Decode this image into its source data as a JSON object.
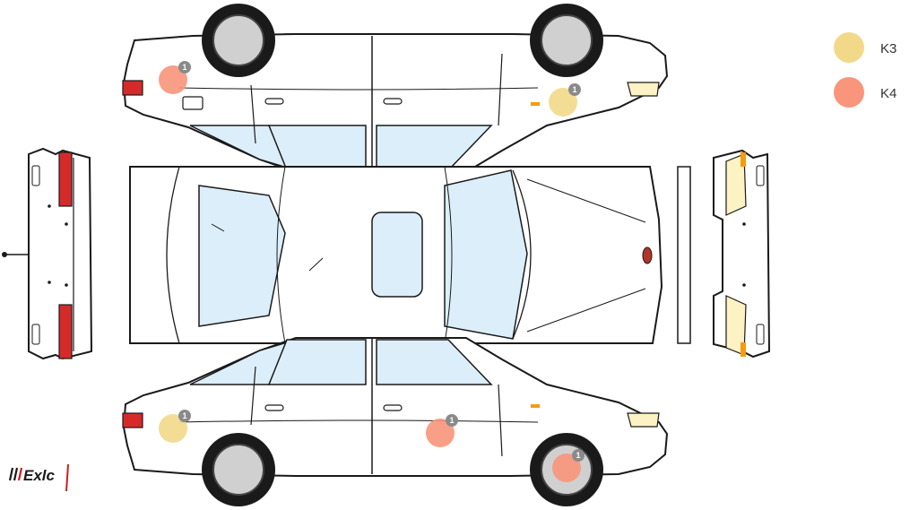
{
  "legend": {
    "items": [
      {
        "label": "K3",
        "color": "#f2d98a"
      },
      {
        "label": "K4",
        "color": "#f8957a"
      }
    ]
  },
  "markers": [
    {
      "view": "driver-side",
      "spot": "rear-quarter",
      "category": "K4",
      "count": "1"
    },
    {
      "view": "driver-side",
      "spot": "front-fender",
      "category": "K3",
      "count": "1"
    },
    {
      "view": "passenger-side",
      "spot": "rear-quarter",
      "category": "K3",
      "count": "1"
    },
    {
      "view": "passenger-side",
      "spot": "front-door",
      "category": "K4",
      "count": "1"
    },
    {
      "view": "passenger-side",
      "spot": "front-wheel",
      "category": "K4",
      "count": "1"
    }
  ],
  "badge_color": "#8a8a8a",
  "logo": {
    "text": "Exlc",
    "accent": "#cc1f1f"
  },
  "car_colors": {
    "body": "#ffffff",
    "outline": "#1a1a1a",
    "glass": "#dceefa",
    "trim": "#555555",
    "tail_light": "#d62a2a",
    "indicator": "#f39c12",
    "headlight": "#fdf2c4"
  }
}
